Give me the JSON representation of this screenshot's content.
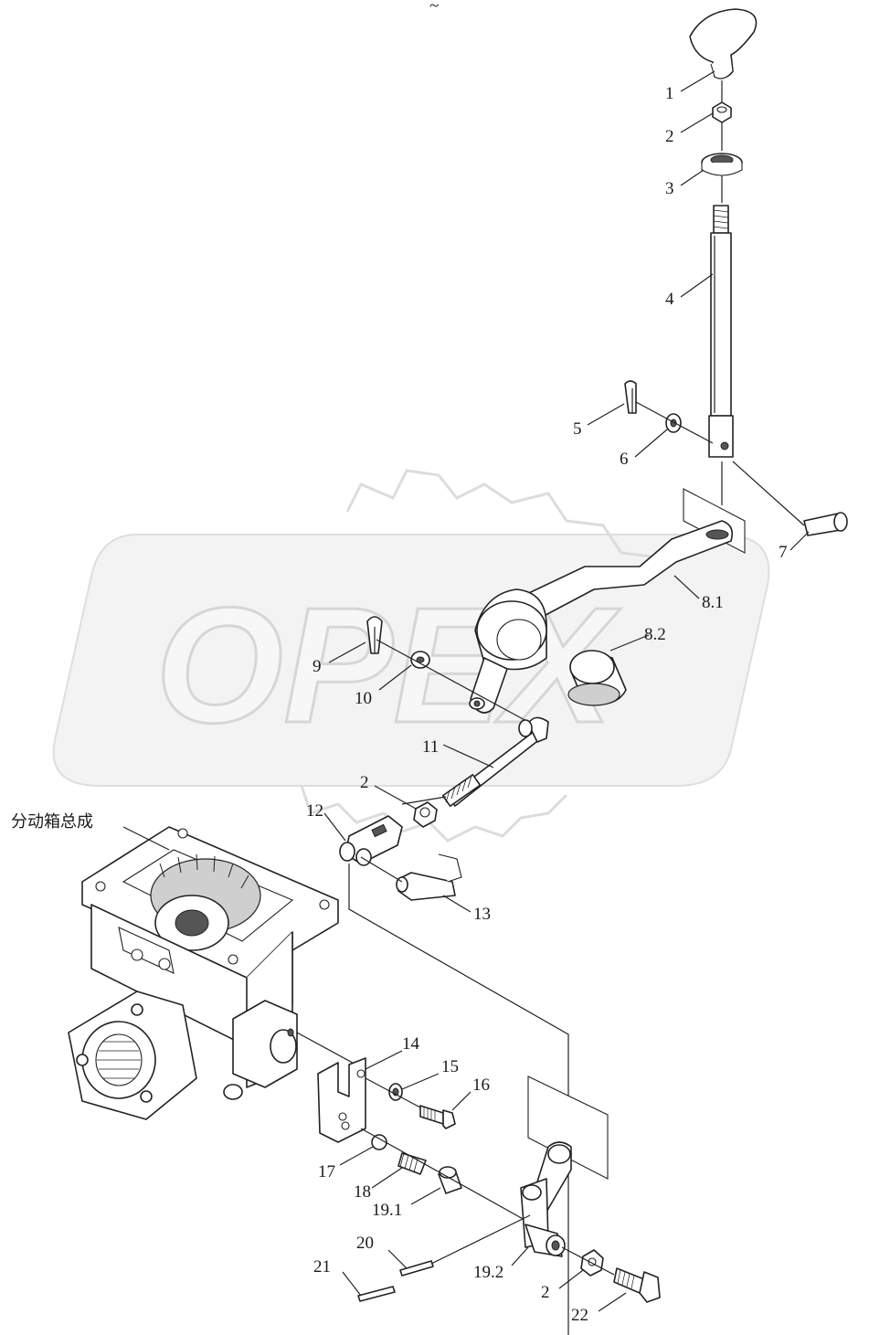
{
  "header_mark": "~",
  "watermark": {
    "text": "OPEX"
  },
  "assembly_label": "分动箱总成",
  "callouts": {
    "c1": "1",
    "c2a": "2",
    "c3": "3",
    "c4": "4",
    "c5": "5",
    "c6": "6",
    "c7": "7",
    "c8_1": "8.1",
    "c8_2": "8.2",
    "c9": "9",
    "c10": "10",
    "c11": "11",
    "c2b": "2",
    "c12": "12",
    "c13": "13",
    "c14": "14",
    "c15": "15",
    "c16": "16",
    "c17": "17",
    "c18": "18",
    "c19_1": "19.1",
    "c20": "20",
    "c21": "21",
    "c19_2": "19.2",
    "c2c": "2",
    "c22": "22"
  }
}
